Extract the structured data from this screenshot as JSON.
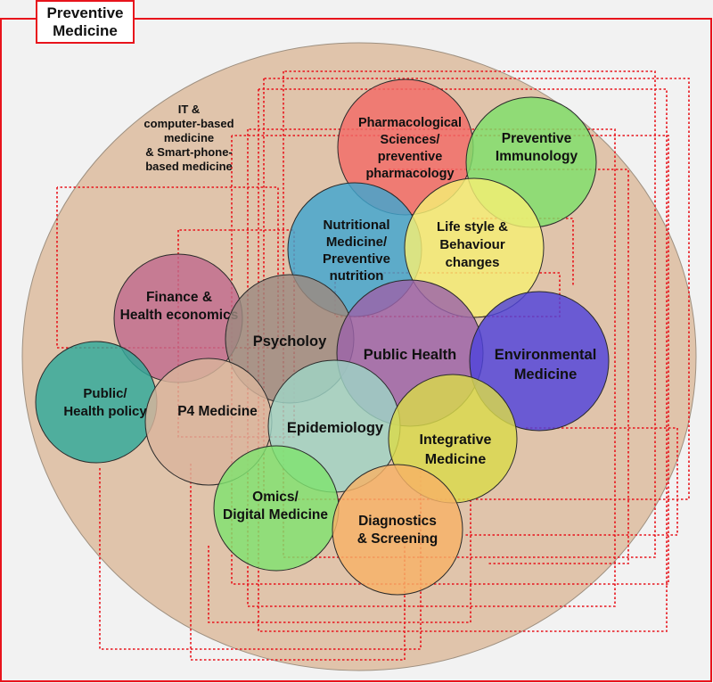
{
  "frame": {
    "title_line1": "Preventive",
    "title_line2": "Medicine"
  },
  "note": {
    "lines": [
      "IT &",
      "computer-based",
      "medicine",
      "& Smart-phone-",
      "based medicine"
    ]
  },
  "colors": {
    "frame_border": "#e8141c",
    "outer_circle": "#e0c4ab",
    "connector": "#e8141c"
  },
  "circles": [
    {
      "id": "pharmacology",
      "lines": [
        "Pharmacological",
        "Sciences/",
        "preventive",
        "pharmacology"
      ],
      "color": "#f26b66"
    },
    {
      "id": "immunology",
      "lines": [
        "Preventive",
        "Immunology"
      ],
      "color": "#7ee06a"
    },
    {
      "id": "nutrition",
      "lines": [
        "Nutritional",
        "Medicine/",
        "Preventive",
        "nutrition"
      ],
      "color": "#3fa6cf"
    },
    {
      "id": "lifestyle",
      "lines": [
        "Life style &",
        "Behaviour",
        "changes"
      ],
      "color": "#f5ef74"
    },
    {
      "id": "finance",
      "lines": [
        "Finance &",
        "Health economics"
      ],
      "color": "#c06b8e"
    },
    {
      "id": "psychology",
      "lines": [
        "Psycholoy"
      ],
      "color": "#9c8a80"
    },
    {
      "id": "publichealth",
      "lines": [
        "Public Health"
      ],
      "color": "#9b63a9"
    },
    {
      "id": "environmental",
      "lines": [
        "Environmental",
        "Medicine"
      ],
      "color": "#4f43dc"
    },
    {
      "id": "policy",
      "lines": [
        "Public/",
        "Health policy"
      ],
      "color": "#2ea99a"
    },
    {
      "id": "p4",
      "lines": [
        "P4 Medicine"
      ],
      "color": "#d9b49c"
    },
    {
      "id": "epidemiology",
      "lines": [
        "Epidemiology"
      ],
      "color": "#9fd4c6"
    },
    {
      "id": "integrative",
      "lines": [
        "Integrative",
        "Medicine"
      ],
      "color": "#d9db4a"
    },
    {
      "id": "omics",
      "lines": [
        "Omics/",
        "Digital Medicine"
      ],
      "color": "#7fe36f"
    },
    {
      "id": "diagnostics",
      "lines": [
        "Diagnostics",
        "& Screening"
      ],
      "color": "#f6b267"
    }
  ]
}
